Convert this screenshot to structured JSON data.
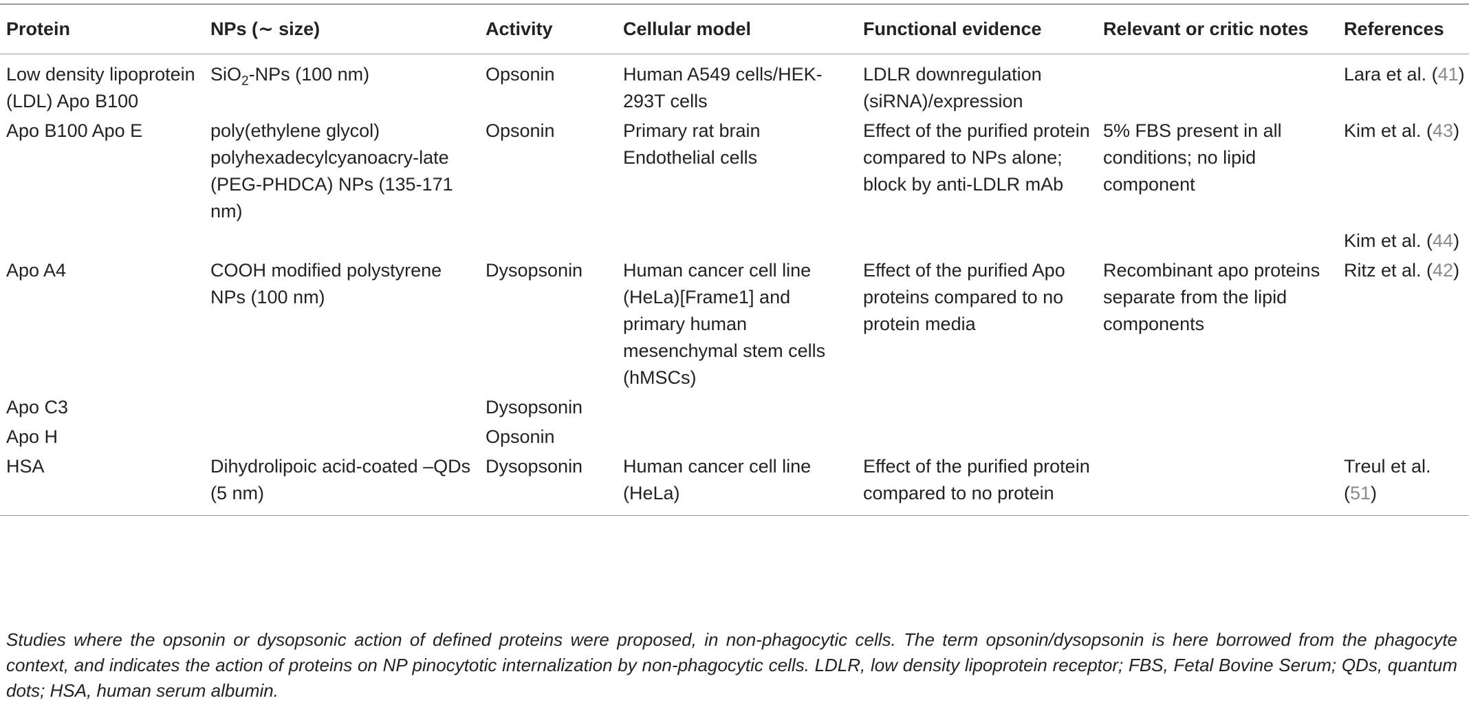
{
  "table": {
    "headers": [
      "Protein",
      "NPs (∼ size)",
      "Activity",
      "Cellular model",
      "Functional evidence",
      "Relevant or critic notes",
      "References"
    ],
    "rows": [
      {
        "protein": "Low density lipoprotein (LDL) Apo B100",
        "nps_pre": "SiO",
        "nps_sub": "2",
        "nps_post": "-NPs (100 nm)",
        "activity": "Opsonin",
        "model": "Human A549 cells/HEK-293T cells",
        "evidence": "LDLR downregulation (siRNA)/expression",
        "notes": "",
        "ref_author": "Lara et al. (",
        "ref_num": "41",
        "ref_close": ")"
      },
      {
        "protein": "Apo B100 Apo E",
        "nps": "poly(ethylene glycol) polyhexadecylcyanoacry-late (PEG-PHDCA) NPs (135-171 nm)",
        "activity": "Opsonin",
        "model": "Primary rat brain Endothelial cells",
        "evidence": "Effect of the purified protein compared to NPs alone; block by anti-LDLR mAb",
        "notes": "5% FBS present in all conditions; no lipid component",
        "ref_author": "Kim et al. (",
        "ref_num": "43",
        "ref_close": ")"
      },
      {
        "protein": "",
        "nps": "",
        "activity": "",
        "model": "",
        "evidence": "",
        "notes": "",
        "ref_author": "Kim et al. (",
        "ref_num": "44",
        "ref_close": ")"
      },
      {
        "protein": "Apo A4",
        "nps": "COOH modified polystyrene NPs (100 nm)",
        "activity": "Dysopsonin",
        "model": "Human cancer cell line (HeLa)[Frame1] and primary human mesenchymal stem cells (hMSCs)",
        "evidence": "Effect of the purified Apo proteins compared to no protein media",
        "notes": "Recombinant apo proteins separate from the lipid components",
        "ref_author": "Ritz et al. (",
        "ref_num": "42",
        "ref_close": ")"
      },
      {
        "protein": "Apo C3",
        "nps": "",
        "activity": "Dysopsonin",
        "model": "",
        "evidence": "",
        "notes": "",
        "ref_author": "",
        "ref_num": "",
        "ref_close": ""
      },
      {
        "protein": "Apo H",
        "nps": "",
        "activity": "Opsonin",
        "model": "",
        "evidence": "",
        "notes": "",
        "ref_author": "",
        "ref_num": "",
        "ref_close": ""
      },
      {
        "protein": "HSA",
        "nps": "Dihydrolipoic acid-coated –QDs (5 nm)",
        "activity": "Dysopsonin",
        "model": "Human cancer cell line (HeLa)",
        "evidence": "Effect of the purified protein compared to no protein",
        "notes": "",
        "ref_author": "Treul et al. (",
        "ref_num": "51",
        "ref_close": ")"
      }
    ]
  },
  "footnote": "Studies where the opsonin or dysopsonic action of defined proteins were proposed, in non-phagocytic cells. The term opsonin/dysopsonin is here borrowed from the phagocyte context, and indicates the action of proteins on NP pinocytotic internalization by non-phagocytic cells. LDLR, low density lipoprotein receptor; FBS, Fetal Bovine Serum; QDs, quantum dots; HSA, human serum albumin.",
  "colors": {
    "rule": "#9a9a9a",
    "text": "#222222",
    "ref_number": "#8a8a8a"
  }
}
